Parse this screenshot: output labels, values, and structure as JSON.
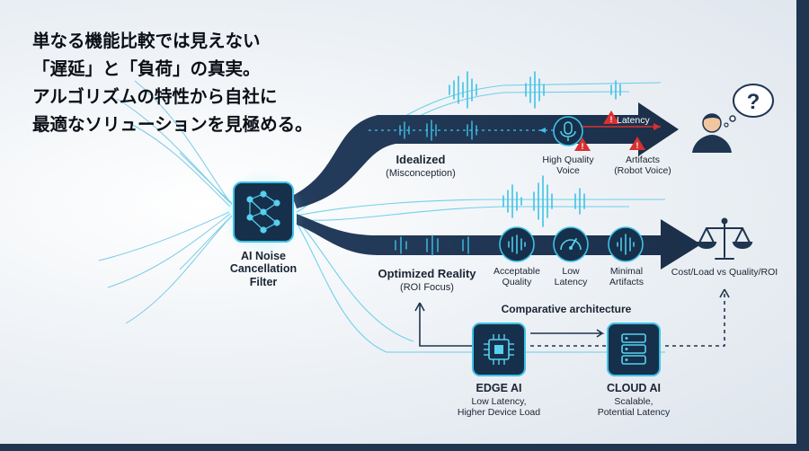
{
  "headline": {
    "line1": "単なる機能比較では見えない",
    "line2": "「遅延」と「負荷」の真実。",
    "line3": "アルゴリズムの特性から自社に",
    "line4": "最適なソリューションを見極める。"
  },
  "filter": {
    "line1": "AI Noise",
    "line2": "Cancellation",
    "line3": "Filter",
    "icon": "neural-network-icon"
  },
  "idealized": {
    "title": "Idealized",
    "subtitle": "(Misconception)",
    "latency_label": "Latency",
    "voice_line1": "High Quality",
    "voice_line2": "Voice",
    "artifacts_line1": "Artifacts",
    "artifacts_line2": "(Robot Voice)"
  },
  "optimized": {
    "title": "Optimized Reality",
    "subtitle": "(ROI Focus)",
    "quality_line1": "Acceptable",
    "quality_line2": "Quality",
    "latency_line1": "Low",
    "latency_line2": "Latency",
    "artifacts_line1": "Minimal",
    "artifacts_line2": "Artifacts",
    "balance_label": "Cost/Load vs Quality/ROI"
  },
  "architecture": {
    "title": "Comparative architecture",
    "edge_title": "EDGE AI",
    "edge_line1": "Low Latency,",
    "edge_line2": "Higher Device Load",
    "cloud_title": "CLOUD AI",
    "cloud_line1": "Scalable,",
    "cloud_line2": "Potential Latency"
  },
  "colors": {
    "navy": "#1f3550",
    "cyan": "#37c6e8",
    "red": "#d93030",
    "ink": "#1a2433"
  }
}
